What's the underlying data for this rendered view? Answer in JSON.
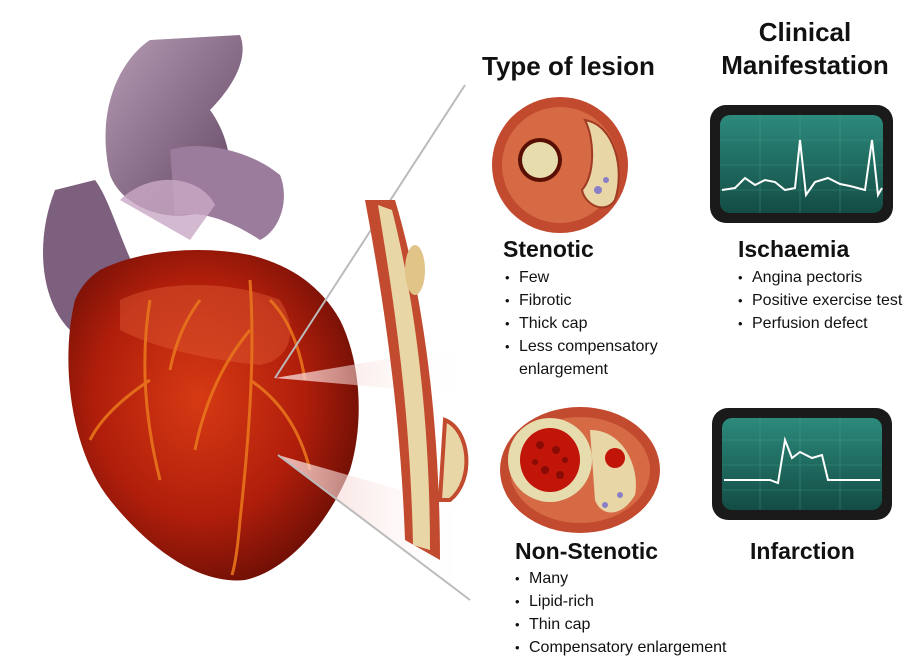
{
  "headings": {
    "type_of_lesion": "Type of lesion",
    "clinical_manifestation_line1": "Clinical",
    "clinical_manifestation_line2": "Manifestation"
  },
  "stenotic": {
    "title": "Stenotic",
    "bullets": [
      "Few",
      "Fibrotic",
      "Thick cap",
      "Less compensatory",
      "enlargement"
    ]
  },
  "non_stenotic": {
    "title": "Non-Stenotic",
    "bullets": [
      "Many",
      "Lipid-rich",
      "Thin cap",
      "Compensatory enlargement"
    ]
  },
  "ischaemia": {
    "title": "Ischaemia",
    "bullets": [
      "Angina pectoris",
      "Positive exercise test",
      "Perfusion defect"
    ]
  },
  "infarction": {
    "title": "Infarction"
  },
  "colors": {
    "heart_red": "#b8200c",
    "aorta_purple": "#8c6a8a",
    "ecg_screen": "#1f6e63",
    "artery_wall": "#c24a2e",
    "plaque": "#e8d6a6"
  }
}
